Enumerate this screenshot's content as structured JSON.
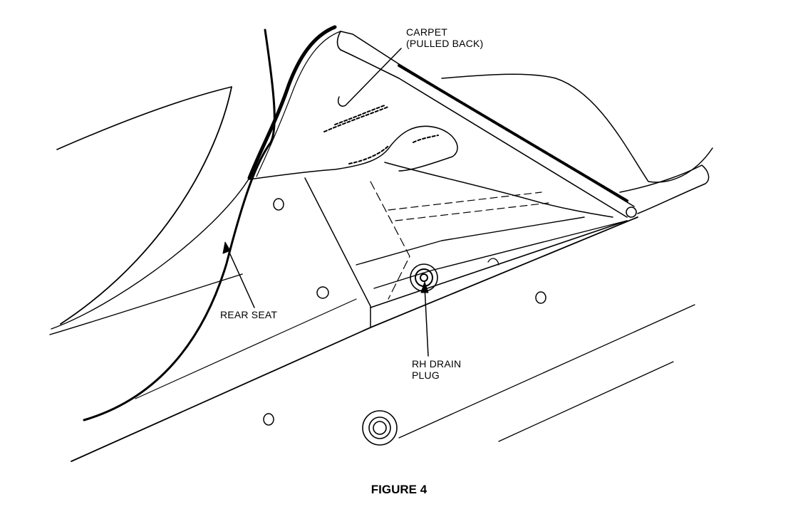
{
  "labels": {
    "carpet_line1": "CARPET",
    "carpet_line2": "(PULLED BACK)",
    "rear_seat": "REAR SEAT",
    "drain_line1": "RH DRAIN",
    "drain_line2": "PLUG"
  },
  "caption": "FIGURE 4"
}
